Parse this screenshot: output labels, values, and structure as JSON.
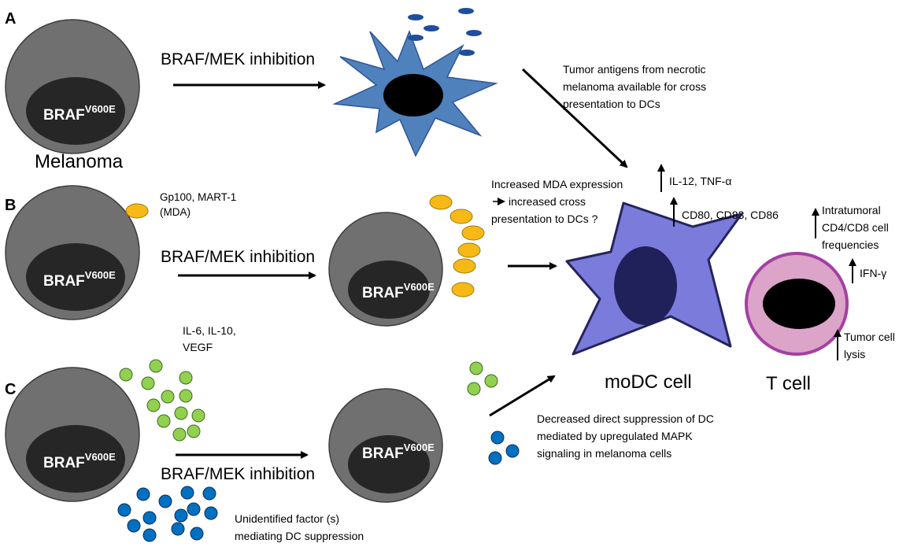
{
  "panels": {
    "a": "A",
    "b": "B",
    "c": "C"
  },
  "gene": {
    "name": "BRAF",
    "mutation": "V600E"
  },
  "labels": {
    "melanoma": "Melanoma",
    "inhibition": "BRAF/MEK inhibition",
    "tumor_antigens": [
      "Tumor antigens from necrotic",
      "melanoma available for  cross",
      "presentation to DCs"
    ],
    "mda_markers": [
      "Gp100, MART-1",
      "(MDA)"
    ],
    "mda_expression": [
      "Increased MDA expression",
      "increased cross",
      "presentation to DCs ?"
    ],
    "il12": "IL-12, TNF-α",
    "cd_markers": "CD80, CD83, CD86",
    "intratumoral": [
      "Intratumoral",
      "CD4/CD8 cell",
      "frequencies"
    ],
    "ifn": "IFN-γ",
    "tumor_lysis": [
      "Tumor cell",
      "lysis"
    ],
    "cytokines": [
      "IL-6, IL-10,",
      "VEGF"
    ],
    "modc": "moDC cell",
    "tcell": "T cell",
    "decreased": [
      "Decreased direct suppression of DC",
      "mediated by upregulated MAPK",
      "signaling in melanoma cells"
    ],
    "unidentified": [
      "Unidentified factor (s)",
      "mediating DC suppression"
    ]
  },
  "colors": {
    "cell_gray": "#707070",
    "nucleus": "#262626",
    "necrotic_blue": "#4f81bd",
    "modc_purple": "#7b7bdc",
    "tcell_pink": "#dba4c8",
    "mda_yellow": "#f6b915",
    "cytokine_green": "#92d050",
    "factor_blue": "#0070c0"
  }
}
